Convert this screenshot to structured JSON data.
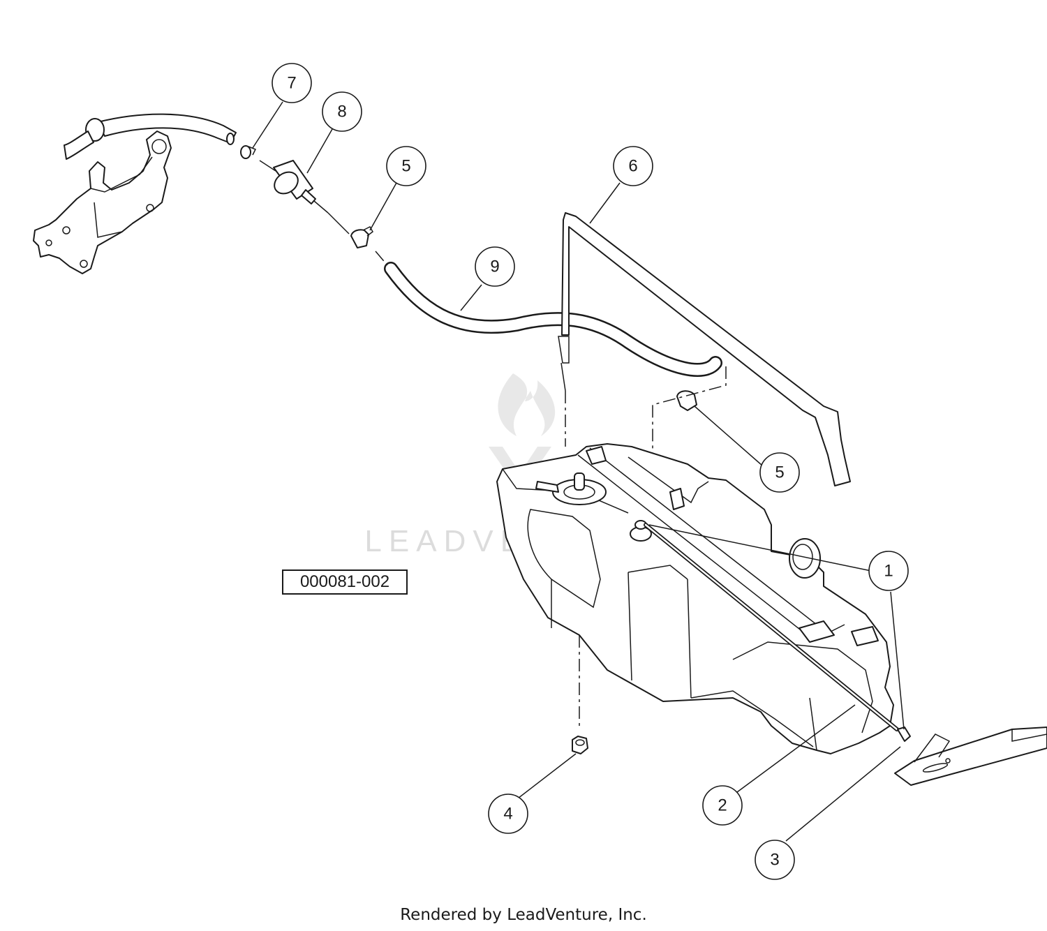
{
  "diagram": {
    "reference_number": "000081-002",
    "watermark": "LEADVENTURE",
    "footer": "Rendered by LeadVenture, Inc.",
    "callouts": [
      {
        "id": "callout-1a",
        "label": "1"
      },
      {
        "id": "callout-1b",
        "label": "1"
      },
      {
        "id": "callout-2",
        "label": "2"
      },
      {
        "id": "callout-3",
        "label": "3"
      },
      {
        "id": "callout-4",
        "label": "4"
      },
      {
        "id": "callout-5a",
        "label": "5"
      },
      {
        "id": "callout-5b",
        "label": "5"
      },
      {
        "id": "callout-6",
        "label": "6"
      },
      {
        "id": "callout-7",
        "label": "7"
      },
      {
        "id": "callout-8",
        "label": "8"
      },
      {
        "id": "callout-9",
        "label": "9"
      }
    ]
  }
}
